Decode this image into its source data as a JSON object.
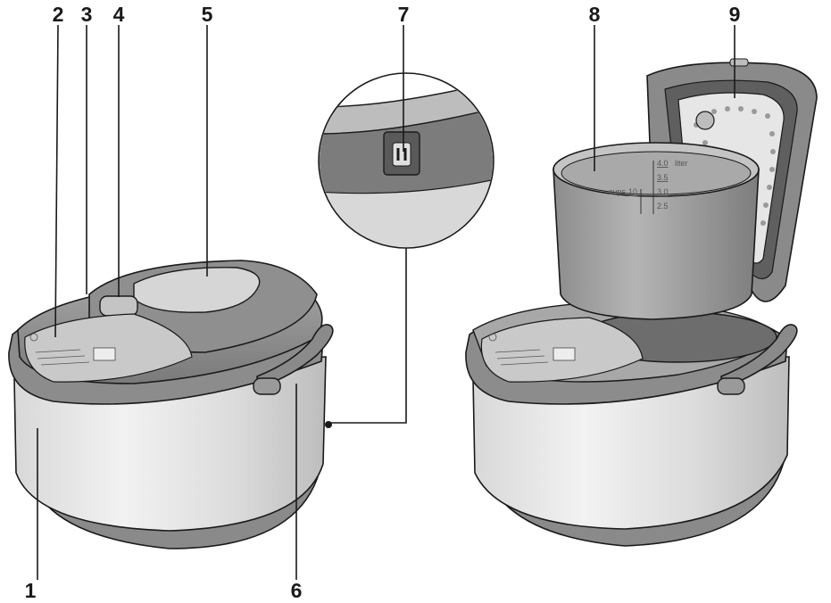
{
  "callouts": [
    "1",
    "2",
    "3",
    "4",
    "5",
    "6",
    "7",
    "8",
    "9"
  ],
  "bowl_markings": {
    "unit_left": "cups",
    "cups_value": "10",
    "liter_values": [
      "4.0",
      "3.5",
      "3.0",
      "2.5"
    ],
    "unit_right": "liter"
  },
  "colors": {
    "outline": "#1a1a1a",
    "lid": "#7c7c7c",
    "lid_light": "#9b9b9b",
    "body_silver": "#e2e2e2",
    "base": "#8a8a8a",
    "panel": "#c7c7c7"
  }
}
